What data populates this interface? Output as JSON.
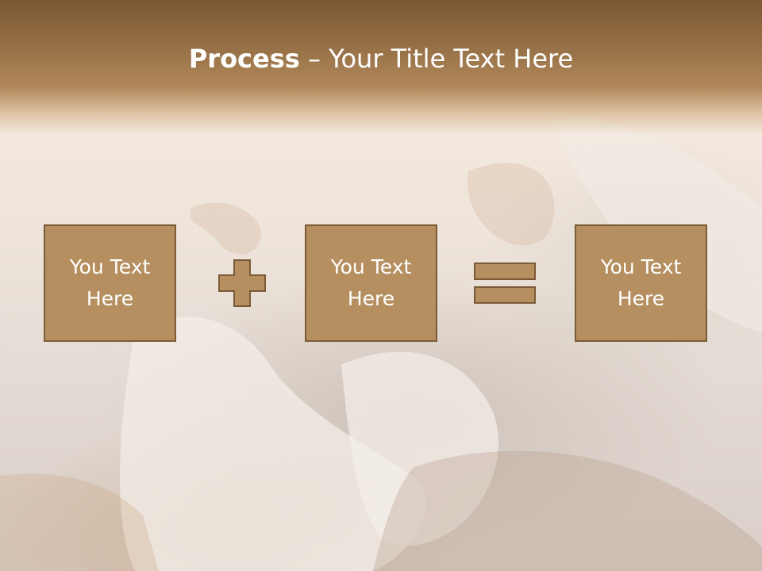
{
  "slide": {
    "title_bold": "Process",
    "title_separator": " – ",
    "title_rest": "Your Title Text Here"
  },
  "boxes": [
    {
      "text": "You Text Here"
    },
    {
      "text": "You Text Here"
    },
    {
      "text": "You Text Here"
    }
  ],
  "operators": {
    "first": "plus-icon",
    "second": "equals-icon"
  },
  "colors": {
    "box_fill": "#b58f5f",
    "box_border": "#7b5a36",
    "title_band": "#96704a",
    "text": "#ffffff"
  }
}
